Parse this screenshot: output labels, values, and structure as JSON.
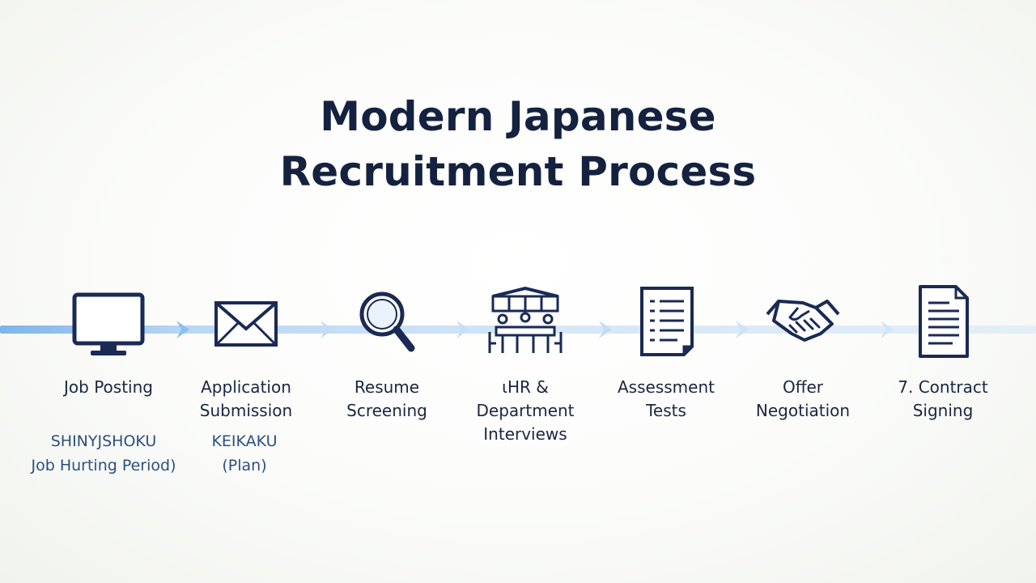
{
  "title": {
    "line1": "Modern Japanese",
    "line2": "Recruitment Process"
  },
  "steps": [
    {
      "label": "Job Posting",
      "icon": "monitor-icon"
    },
    {
      "label": "Application\nSubmission",
      "icon": "envelope-icon"
    },
    {
      "label": "Resume\nScreening",
      "icon": "magnifier-icon"
    },
    {
      "label": "ιHR &\nDepartment\nInterviews",
      "icon": "meeting-room-icon"
    },
    {
      "label": "Assessment\nTests",
      "icon": "document-list-icon"
    },
    {
      "label": "Offer\nNegotiation",
      "icon": "handshake-icon"
    },
    {
      "label": "7. Contract\nSigning",
      "icon": "contract-document-icon"
    }
  ],
  "notes": [
    {
      "line1": "SHINYJSHOKU",
      "line2": "Job Hurting Period)"
    },
    {
      "line1": "KEIKAKU",
      "line2": "(Plan)"
    }
  ],
  "colors": {
    "title": "#142240",
    "icon_stroke": "#1a2a55",
    "flow_band": "#7fb4ea",
    "note_text": "#2c4f80"
  }
}
